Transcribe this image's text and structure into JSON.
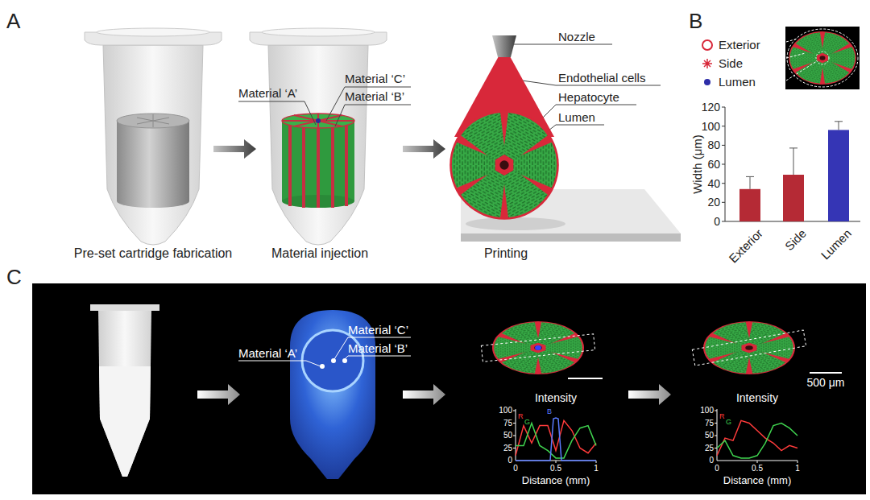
{
  "diagram": {
    "labels": [
      "A",
      "Pre-set cartridge fabrication",
      "Material ‘A’",
      "Material ‘C’",
      "Material ‘B’",
      "Material injection",
      "Nozzle",
      "Endothelial cells",
      "Hepatocyte",
      "Lumen",
      "Printing",
      "B",
      "Width (μm)",
      "120",
      "100",
      "80",
      "60",
      "40",
      "20",
      "0",
      "Exterior",
      "Side",
      "Lumen",
      "C",
      "Material ‘A’",
      "Material ‘C’",
      "Material ‘B’",
      "Intensity",
      "100",
      "75",
      "50",
      "25",
      "0",
      "R",
      "G",
      "B",
      "0",
      "0.5",
      "1",
      "Distance (mm)",
      "Intensity",
      "100",
      "75",
      "50",
      "25",
      "0",
      "R",
      "G",
      "0",
      "0.5",
      "1",
      "Distance (mm)",
      "500 μm"
    ],
    "legend": [
      {
        "text": "Exterior"
      },
      {
        "text": "Side"
      },
      {
        "text": "Lumen"
      }
    ]
  }
}
